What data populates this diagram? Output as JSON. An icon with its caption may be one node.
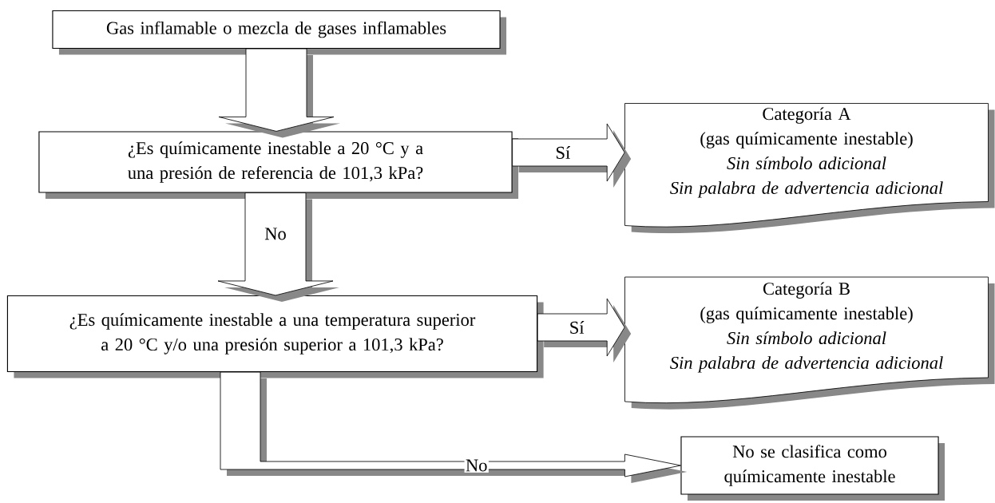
{
  "diagram": {
    "nodes": [
      {
        "text": [
          "Gas inflamable o mezcla de gases inflamables"
        ]
      },
      {
        "text": [
          "¿Es químicamente inestable a 20 °C y a una presión de referencia de 101,3 kPa?"
        ]
      },
      {
        "text": [
          "Categoría A",
          "(gas químicamente inestable)",
          "Sin símbolo adicional",
          "Sin palabra de advertencia adicional"
        ]
      },
      {
        "text": [
          "¿Es químicamente inestable a una temperatura superior a 20 °C y/o una presión superior a 101,3 kPa?"
        ]
      },
      {
        "text": [
          "Categoría B",
          "(gas químicamente inestable)",
          "Sin símbolo adicional",
          "Sin palabra de advertencia adicional"
        ]
      },
      {
        "text": [
          "No se clasifica como químicamente inestable"
        ]
      }
    ],
    "edges": [
      {
        "from": 0,
        "to": 1,
        "arrow": "to"
      },
      {
        "from": 1,
        "to": 2,
        "label": "Sí",
        "arrow": "to"
      },
      {
        "from": 1,
        "to": 3,
        "label": "No",
        "arrow": "to"
      },
      {
        "from": 3,
        "to": 4,
        "label": "Sí",
        "arrow": "to"
      },
      {
        "from": 3,
        "to": 5,
        "label": "No",
        "arrow": "to"
      }
    ]
  }
}
